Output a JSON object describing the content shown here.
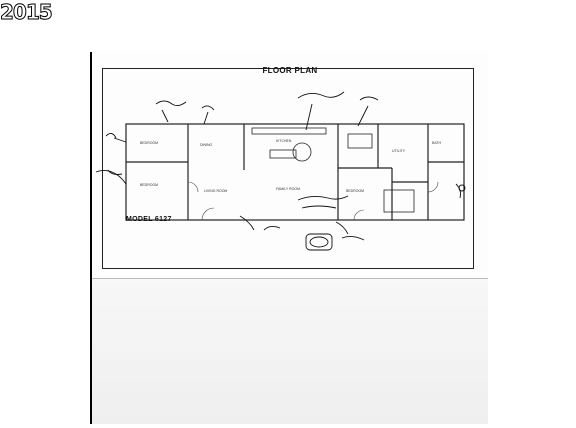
{
  "stamp": {
    "year": "2015"
  },
  "floor_plan": {
    "title": "FLOOR PLAN",
    "model": "MODEL 6127",
    "room_labels": [
      "LIVING ROOM",
      "FAMILY ROOM",
      "KITCHEN",
      "BEDROOM",
      "BEDROOM",
      "BEDROOM",
      "BATH",
      "UTILITY",
      "DINING"
    ],
    "colors": {
      "ink": "#222222",
      "paper": "#fdfdfd",
      "lower_page": "#efefef"
    }
  }
}
